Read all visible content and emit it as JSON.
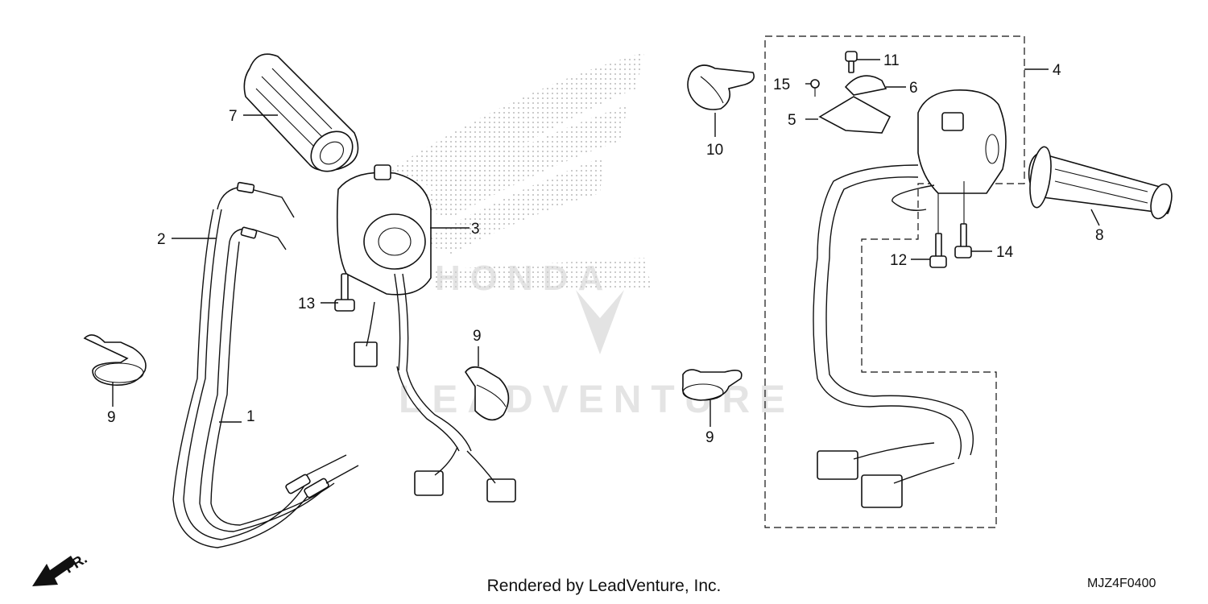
{
  "footer": {
    "rendered_by": "Rendered by LeadVenture, Inc.",
    "diagram_code": "MJZ4F0400"
  },
  "watermark": {
    "brand": "HONDA",
    "vendor": "LEADVENTURE"
  },
  "direction": {
    "label": "FR."
  },
  "callouts": {
    "c1": "1",
    "c2": "2",
    "c3": "3",
    "c4": "4",
    "c5": "5",
    "c6": "6",
    "c7": "7",
    "c8": "8",
    "c9a": "9",
    "c9b": "9",
    "c9c": "9",
    "c10": "10",
    "c11": "11",
    "c12": "12",
    "c13": "13",
    "c14": "14",
    "c15": "15"
  },
  "colors": {
    "line": "#111111",
    "watermark": "#cfcfcf"
  }
}
